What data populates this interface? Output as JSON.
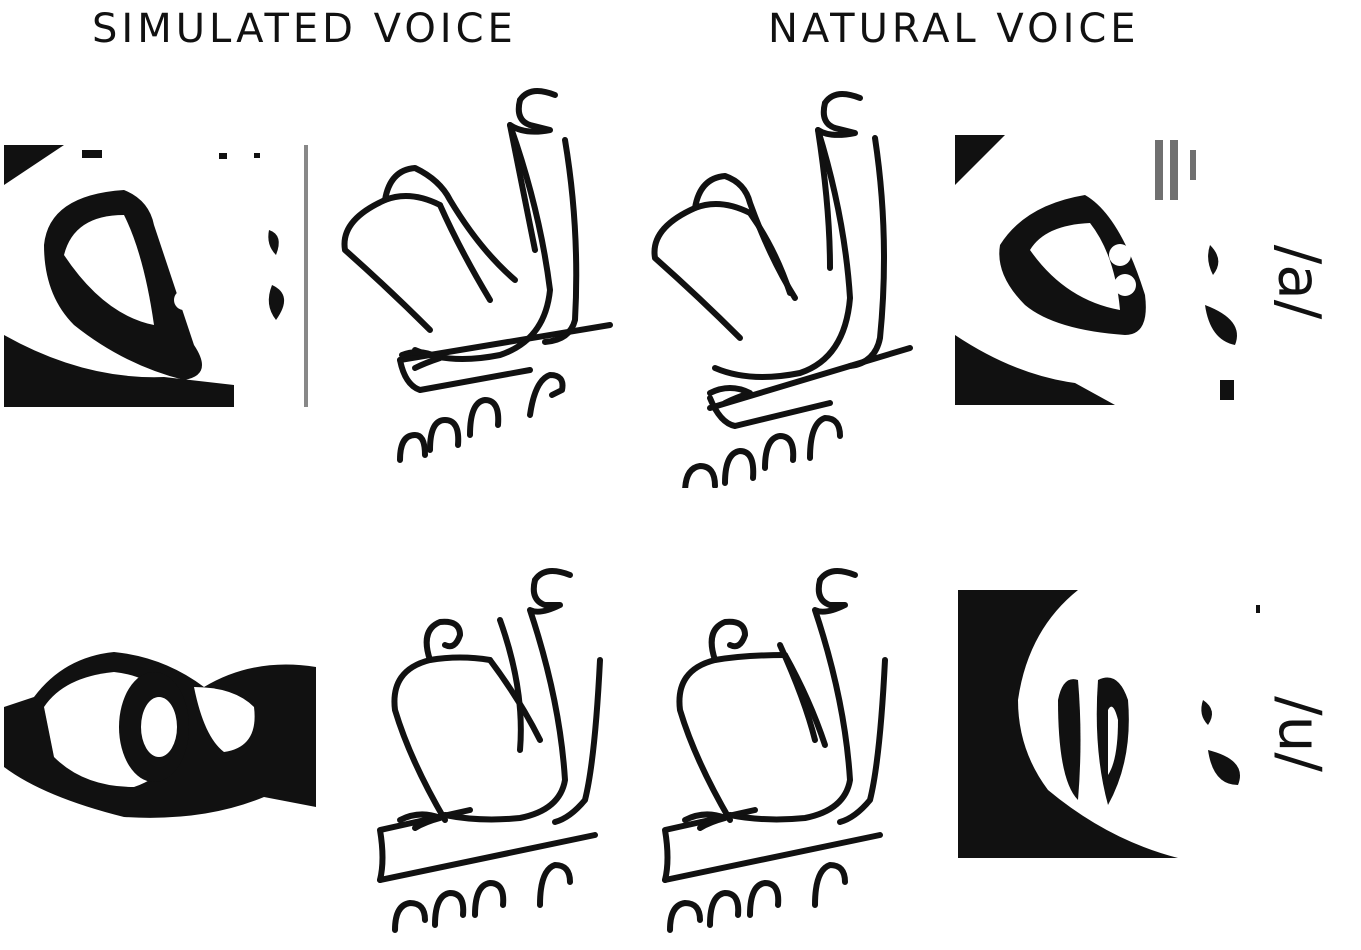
{
  "headers": {
    "left": "SIMULATED VOICE",
    "right": "NATURAL VOICE"
  },
  "rows": [
    {
      "vowel": "/a/"
    },
    {
      "vowel": "/u/"
    }
  ],
  "colors": {
    "ink": "#111111",
    "paper": "#ffffff"
  }
}
